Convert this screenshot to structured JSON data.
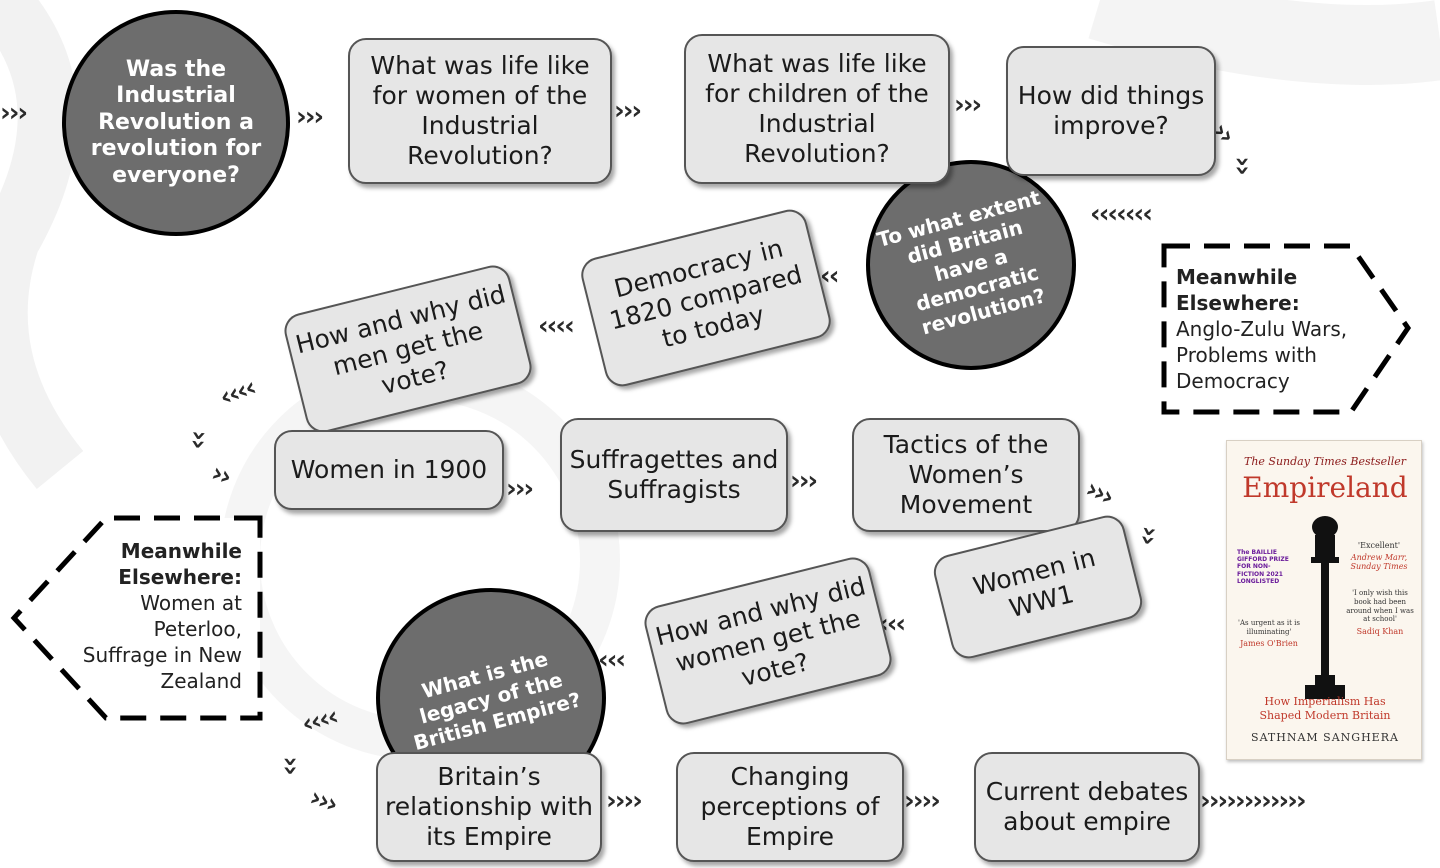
{
  "questions": {
    "q1": "Was the Industrial Revolution a revolution for everyone?",
    "q2": "To what extent did Britain have a democratic revolution?",
    "q3": "What is the legacy of the British Empire?"
  },
  "lessons": {
    "l1": "What was life like for women of the Industrial Revolution?",
    "l2": "What was life like for children of the Industrial Revolution?",
    "l3": "How did things improve?",
    "l4": "Democracy in 1820 compared to today",
    "l5": "How and why did men get the vote?",
    "l6": "Women in 1900",
    "l7": "Suffragettes and Suffragists",
    "l8": "Tactics of the Women’s Movement",
    "l9": "Women in WW1",
    "l10": "How and why did women get the vote?",
    "l11": "Britain’s relationship with its Empire",
    "l12": "Changing perceptions of Empire",
    "l13": "Current debates about empire"
  },
  "callouts": {
    "right": {
      "heading": "Meanwhile Elsewhere:",
      "body": "Anglo-Zulu Wars, Problems with Democracy"
    },
    "left": {
      "heading": "Meanwhile Elsewhere:",
      "body": "Women at Peterloo, Suffrage in New Zealand"
    }
  },
  "book": {
    "bestseller": "The Sunday Times Bestseller",
    "title": "Empireland",
    "prize": "The BAILLIE GIFFORD PRIZE FOR NON-FICTION 2021 LONGLISTED",
    "quote1": "'Excellent'",
    "quote1_author": "Andrew Marr, Sunday Times",
    "quote2": "'I only wish this book had been around when I was at school'",
    "quote2_author": "Sadiq Khan",
    "quote3": "'As urgent as it is illuminating'",
    "quote3_author": "James O'Brien",
    "subtitle": "How Imperialism Has Shaped Modern Britain",
    "author": "SATHNAM SANGHERA"
  },
  "colors": {
    "circle_fill": "#6d6d6d",
    "node_fill": "#e6e6e6",
    "book_title": "#c0392b"
  }
}
